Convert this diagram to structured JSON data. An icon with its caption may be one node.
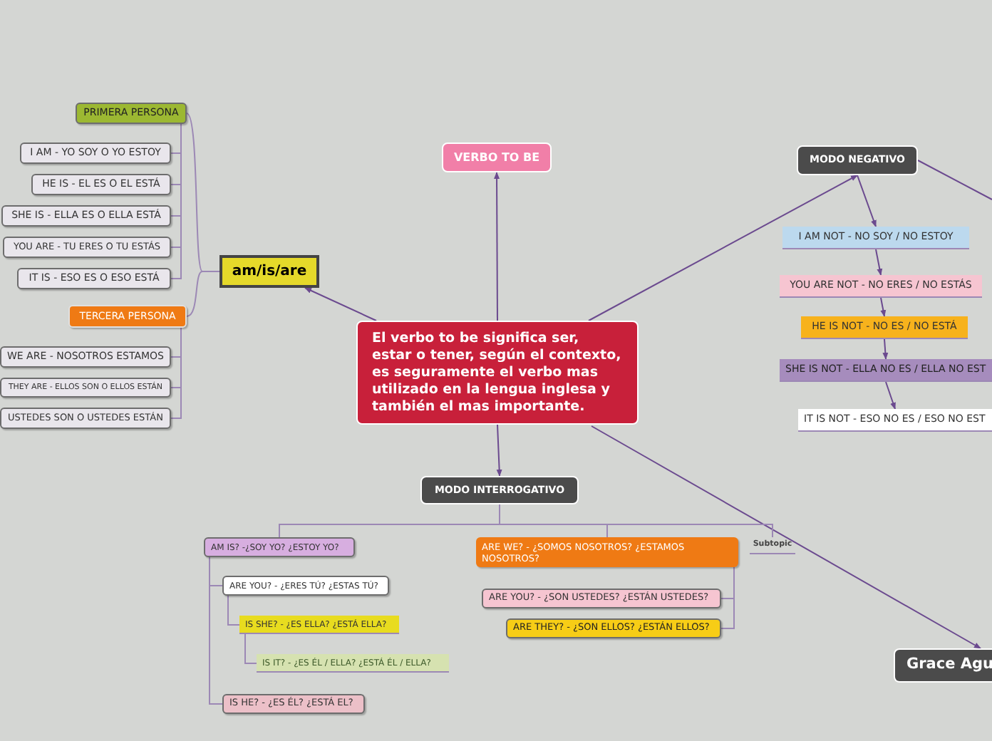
{
  "diagram": {
    "nodes": [
      {
        "text": [
          "El verbo to be significa ser, estar o tener, según el contexto, es seguramente el verbo mas utilizado en la lengua inglesa y también el mas importante."
        ]
      },
      {
        "text": [
          "VERBO TO BE"
        ]
      },
      {
        "text": [
          "am/is/are"
        ]
      },
      {
        "text": [
          "PRIMERA PERSONA"
        ]
      },
      {
        "text": [
          "I AM - YO SOY O YO ESTOY"
        ]
      },
      {
        "text": [
          "HE IS - EL ES O EL ESTÁ"
        ]
      },
      {
        "text": [
          "SHE IS - ELLA ES O ELLA ESTÁ"
        ]
      },
      {
        "text": [
          "YOU ARE - TU ERES O TU ESTÁS"
        ]
      },
      {
        "text": [
          "IT IS - ESO ES O ESO ESTÁ"
        ]
      },
      {
        "text": [
          "TERCERA PERSONA"
        ]
      },
      {
        "text": [
          "WE ARE - NOSOTROS ESTAMOS"
        ]
      },
      {
        "text": [
          "THEY ARE - ELLOS SON O ELLOS ESTÁN"
        ]
      },
      {
        "text": [
          "USTEDES SON O USTEDES ESTÁN"
        ]
      },
      {
        "text": [
          "MODO NEGATIVO"
        ]
      },
      {
        "text": [
          "I AM NOT - NO SOY / NO ESTOY"
        ]
      },
      {
        "text": [
          "YOU ARE NOT - NO ERES / NO ESTÁS"
        ]
      },
      {
        "text": [
          "HE IS NOT - NO ES / NO ESTÁ"
        ]
      },
      {
        "text": [
          "SHE IS NOT - ELLA NO ES / ELLA NO EST"
        ]
      },
      {
        "text": [
          "IT IS NOT - ESO NO ES / ESO NO EST"
        ]
      },
      {
        "text": [
          "MODO INTERROGATIVO"
        ]
      },
      {
        "text": [
          "AM IS?  -¿SOY YO? ¿ESTOY YO?"
        ]
      },
      {
        "text": [
          "ARE YOU? - ¿ERES TÚ? ¿ESTAS TÚ?"
        ]
      },
      {
        "text": [
          "IS SHE? - ¿ES ELLA? ¿ESTÁ ELLA?"
        ]
      },
      {
        "text": [
          "IS IT? - ¿ES ÉL / ELLA? ¿ESTÁ ÉL / ELLA?"
        ]
      },
      {
        "text": [
          "IS HE? - ¿ES ÉL? ¿ESTÁ EL?"
        ]
      },
      {
        "text": [
          "ARE WE? - ¿SOMOS NOSOTROS? ¿ESTAMOS NOSOTROS?"
        ]
      },
      {
        "text": [
          "ARE YOU? - ¿SON USTEDES? ¿ESTÁN USTEDES?"
        ]
      },
      {
        "text": [
          "ARE THEY? - ¿SON ELLOS? ¿ESTÁN ELLOS?"
        ]
      },
      {
        "text": [
          "Subtopic"
        ]
      },
      {
        "text": [
          "Grace Agu"
        ]
      }
    ],
    "edges": [
      {
        "from": 0,
        "to": 1,
        "arrow": "to",
        "color": "#6b4a8f"
      },
      {
        "from": 0,
        "to": 2,
        "arrow": "to",
        "color": "#6b4a8f"
      },
      {
        "from": 0,
        "to": 13,
        "arrow": "to",
        "color": "#6b4a8f"
      },
      {
        "from": 0,
        "to": 19,
        "arrow": "to",
        "color": "#6b4a8f"
      },
      {
        "from": 0,
        "to": 29,
        "arrow": "to",
        "color": "#6b4a8f"
      },
      {
        "from": 13,
        "to": null,
        "arrow": "none",
        "color": "#6b4a8f"
      },
      {
        "from": 13,
        "to": 14,
        "arrow": "to",
        "color": "#6b4a8f"
      },
      {
        "from": 14,
        "to": 15,
        "arrow": "to",
        "color": "#6b4a8f"
      },
      {
        "from": 15,
        "to": 16,
        "arrow": "to",
        "color": "#6b4a8f"
      },
      {
        "from": 16,
        "to": 17,
        "arrow": "to",
        "color": "#6b4a8f"
      },
      {
        "from": 17,
        "to": 18,
        "arrow": "to",
        "color": "#6b4a8f"
      },
      {
        "from": 2,
        "to": 3,
        "arrow": "none"
      },
      {
        "from": 2,
        "to": 9,
        "arrow": "none"
      },
      {
        "from": 3,
        "to": 4,
        "arrow": "none"
      },
      {
        "from": 3,
        "to": 5,
        "arrow": "none"
      },
      {
        "from": 3,
        "to": 6,
        "arrow": "none"
      },
      {
        "from": 3,
        "to": 7,
        "arrow": "none"
      },
      {
        "from": 3,
        "to": 8,
        "arrow": "none"
      },
      {
        "from": 9,
        "to": 10,
        "arrow": "none"
      },
      {
        "from": 9,
        "to": 11,
        "arrow": "none"
      },
      {
        "from": 9,
        "to": 12,
        "arrow": "none"
      },
      {
        "from": 19,
        "to": 20,
        "arrow": "none"
      },
      {
        "from": 19,
        "to": 25,
        "arrow": "none"
      },
      {
        "from": 19,
        "to": 28,
        "arrow": "none"
      },
      {
        "from": 20,
        "to": 21,
        "arrow": "none"
      },
      {
        "from": 20,
        "to": 24,
        "arrow": "none"
      },
      {
        "from": 21,
        "to": 22,
        "arrow": "none"
      },
      {
        "from": 22,
        "to": 23,
        "arrow": "none"
      },
      {
        "from": 25,
        "to": 26,
        "arrow": "none"
      },
      {
        "from": 25,
        "to": 27,
        "arrow": "none"
      }
    ]
  }
}
